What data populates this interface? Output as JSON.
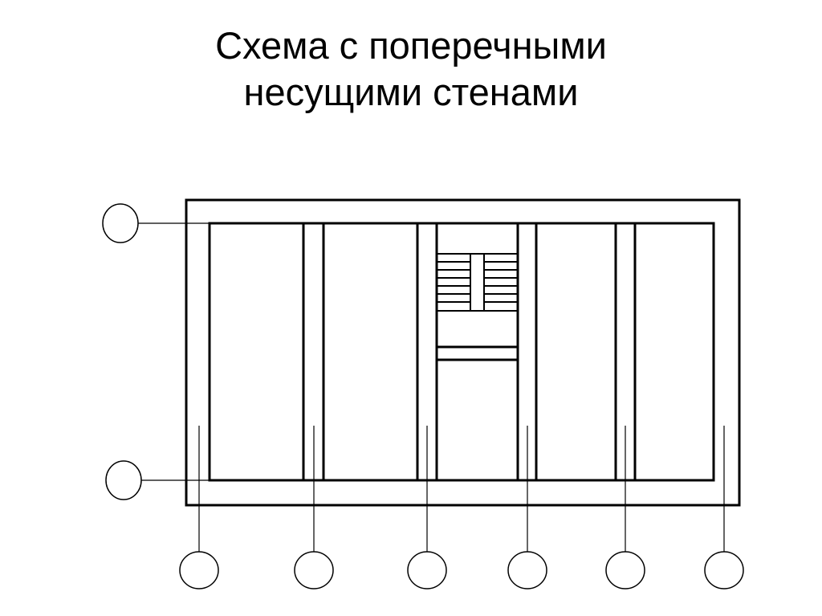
{
  "slide": {
    "title_line_1": "Схема с поперечными",
    "title_line_2": "несущими стенами"
  },
  "colors": {
    "background": "#ffffff",
    "line": "#000000"
  },
  "axis_markers": {
    "horizontal_count": 2,
    "vertical_count": 6,
    "labels_shown": false
  }
}
